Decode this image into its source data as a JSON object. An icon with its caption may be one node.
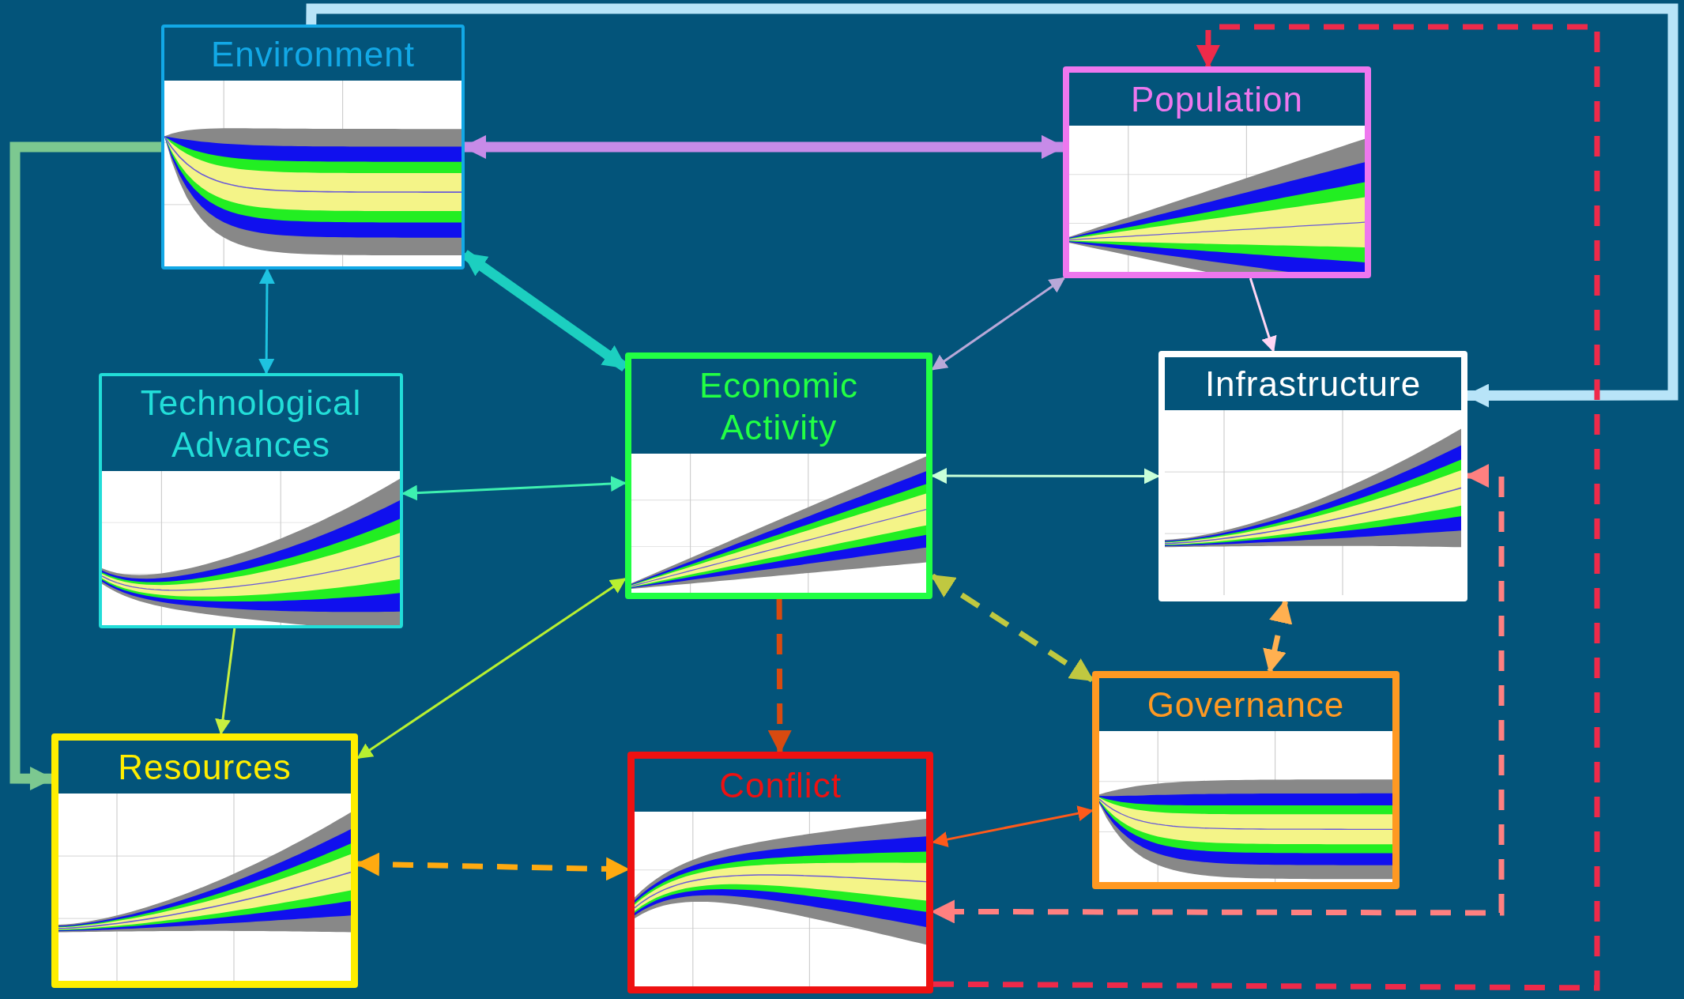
{
  "diagram": {
    "nodes": [
      {
        "text": [
          "Environment"
        ]
      },
      {
        "text": [
          "Population"
        ]
      },
      {
        "text": [
          "Technological Advances"
        ]
      },
      {
        "text": [
          "Economic Activity"
        ]
      },
      {
        "text": [
          "Infrastructure"
        ]
      },
      {
        "text": [
          "Resources"
        ]
      },
      {
        "text": [
          "Conflict"
        ]
      },
      {
        "text": [
          "Governance"
        ]
      }
    ],
    "edges": [
      {
        "from": 0,
        "to": 1,
        "arrow": "both",
        "style": "thick",
        "color": "#c78be8"
      },
      {
        "from": 0,
        "to": 3,
        "arrow": "both",
        "style": "thick",
        "color": "#1ccfc0"
      },
      {
        "from": 0,
        "to": 2,
        "arrow": "both",
        "color": "#1ec3e0"
      },
      {
        "from": 1,
        "to": 3,
        "arrow": "both",
        "color": "#b8a8d8"
      },
      {
        "from": 1,
        "to": 4,
        "arrow": "to",
        "color": "#ffd6f4"
      },
      {
        "from": 2,
        "to": 3,
        "arrow": "both",
        "color": "#3ef0b0"
      },
      {
        "from": 2,
        "to": 5,
        "arrow": "to",
        "color": "#c8f040"
      },
      {
        "from": 3,
        "to": 5,
        "arrow": "both",
        "color": "#b8f030"
      },
      {
        "from": 3,
        "to": 4,
        "arrow": "both",
        "color": "#c8ffd8"
      },
      {
        "from": 3,
        "to": 6,
        "arrow": "to",
        "style": "dashed",
        "color": "#d84a10"
      },
      {
        "from": 3,
        "to": 7,
        "arrow": "both",
        "style": "dashed",
        "color": "#c0c840"
      },
      {
        "from": 4,
        "to": 7,
        "arrow": "both",
        "style": "dashed",
        "color": "#ffb050"
      },
      {
        "from": 5,
        "to": 6,
        "arrow": "both",
        "style": "dashed",
        "color": "#ffaa10"
      },
      {
        "from": 7,
        "to": 6,
        "arrow": "both",
        "color": "#ff5a1a"
      },
      {
        "from": 0,
        "to": 5,
        "arrow": "to",
        "style": "thick",
        "color": "#7cc890"
      },
      {
        "from": 0,
        "to": 4,
        "arrow": "to",
        "style": "thick",
        "color": "#b8e4f8"
      },
      {
        "from": 6,
        "to": 1,
        "arrow": "to",
        "style": "dashed",
        "color": "#ee2a4a"
      },
      {
        "from": 4,
        "to": 6,
        "arrow": "both",
        "style": "dashed",
        "color": "#ff8080"
      }
    ]
  }
}
